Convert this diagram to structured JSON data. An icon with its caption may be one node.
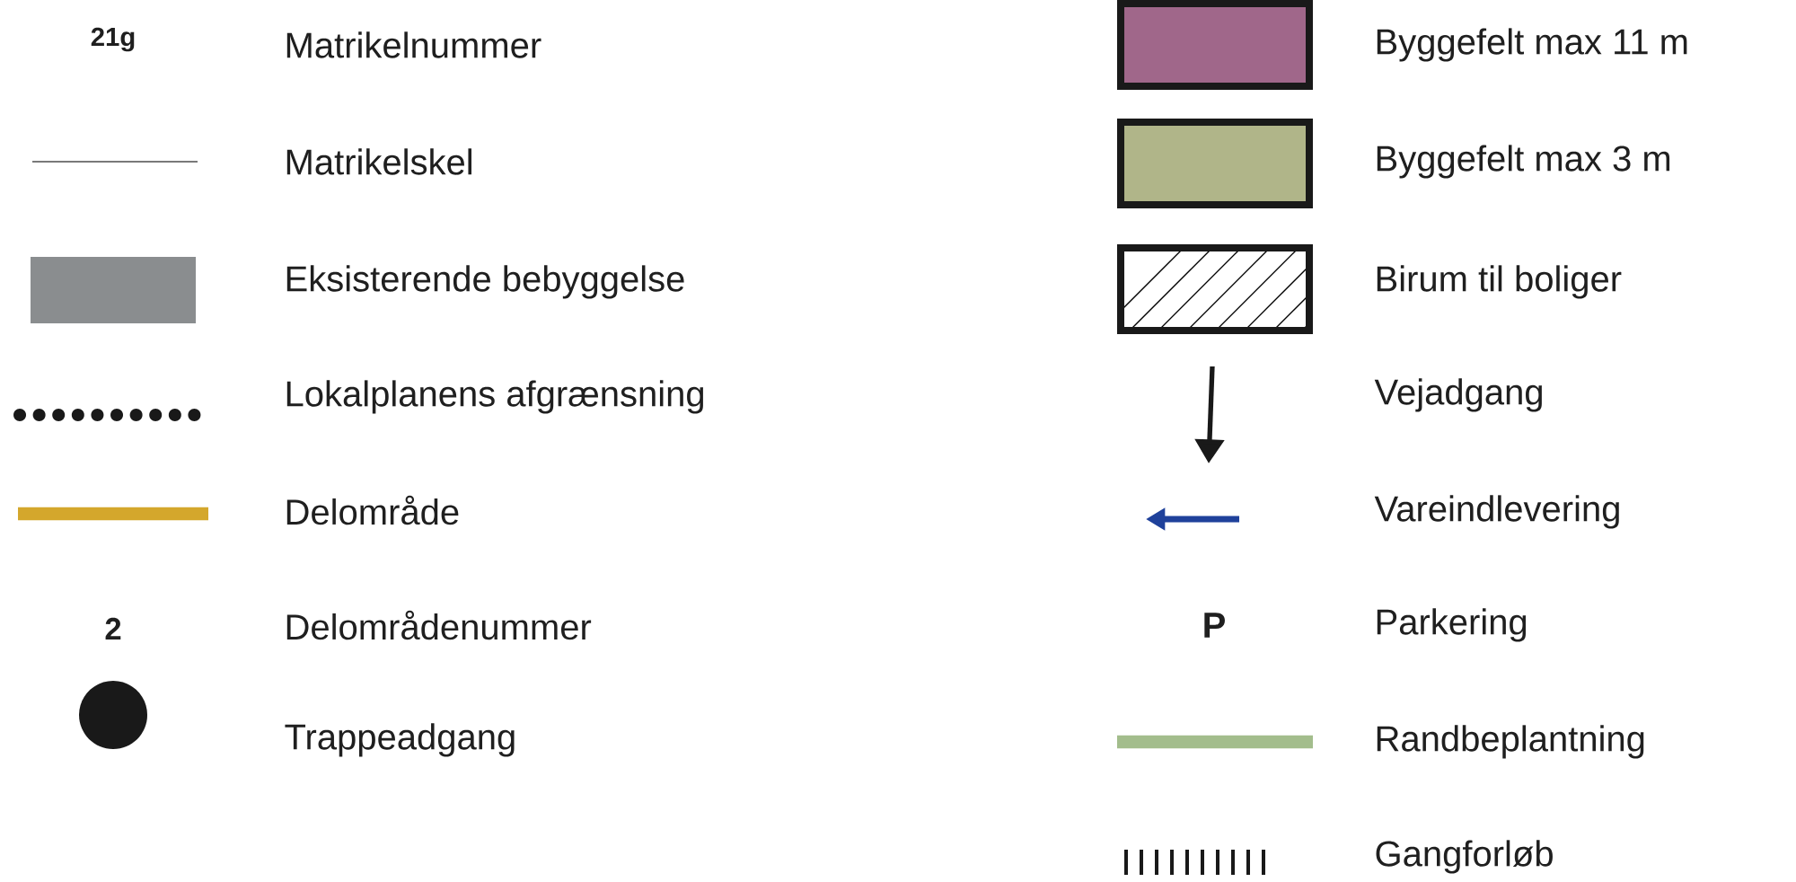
{
  "diagram": {
    "labels": [
      "21g",
      "2",
      "P"
    ],
    "legend": [
      {
        "text": "Matrikelnummer"
      },
      {
        "text": "Matrikelskel"
      },
      {
        "text": "Eksisterende bebyggelse",
        "color": "#8a8d8f"
      },
      {
        "text": "Lokalplanens afgrænsning"
      },
      {
        "text": "Delområde"
      },
      {
        "text": "Delområdenummer"
      },
      {
        "text": "Trappeadgang"
      },
      {
        "text": "Byggefelt max 11 m",
        "color": "#a0678a"
      },
      {
        "text": "Byggefelt max 3 m",
        "color": "#b0b589"
      },
      {
        "text": "Birum til boliger"
      },
      {
        "text": "Vejadgang"
      },
      {
        "text": "Vareindlevering"
      },
      {
        "text": "Parkering"
      },
      {
        "text": "Randbeplantning"
      },
      {
        "text": "Gangforløb"
      }
    ]
  }
}
